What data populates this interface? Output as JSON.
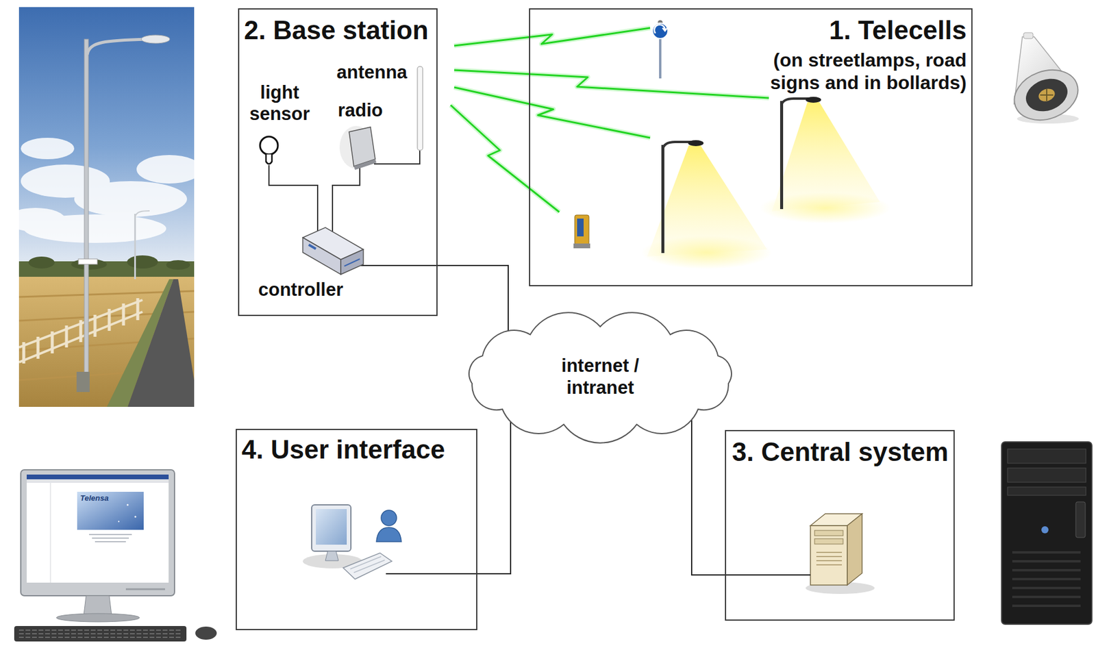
{
  "diagram": {
    "nodes": [
      {
        "text": [
          "2. Base station"
        ]
      },
      {
        "text": [
          "1. Telecells",
          "(on streetlamps, road signs and in bollards)"
        ]
      },
      {
        "text": [
          "internet / intranet"
        ]
      },
      {
        "text": [
          "4. User interface"
        ]
      },
      {
        "text": [
          "3. Central system"
        ]
      }
    ],
    "edges": [
      {
        "from": 0,
        "to": 2,
        "arrow": "none"
      },
      {
        "from": 3,
        "to": 2,
        "arrow": "none"
      },
      {
        "from": 4,
        "to": 2,
        "arrow": "none"
      }
    ],
    "labels": [
      "antenna",
      "light sensor",
      "radio",
      "controller",
      "Telensa"
    ]
  }
}
